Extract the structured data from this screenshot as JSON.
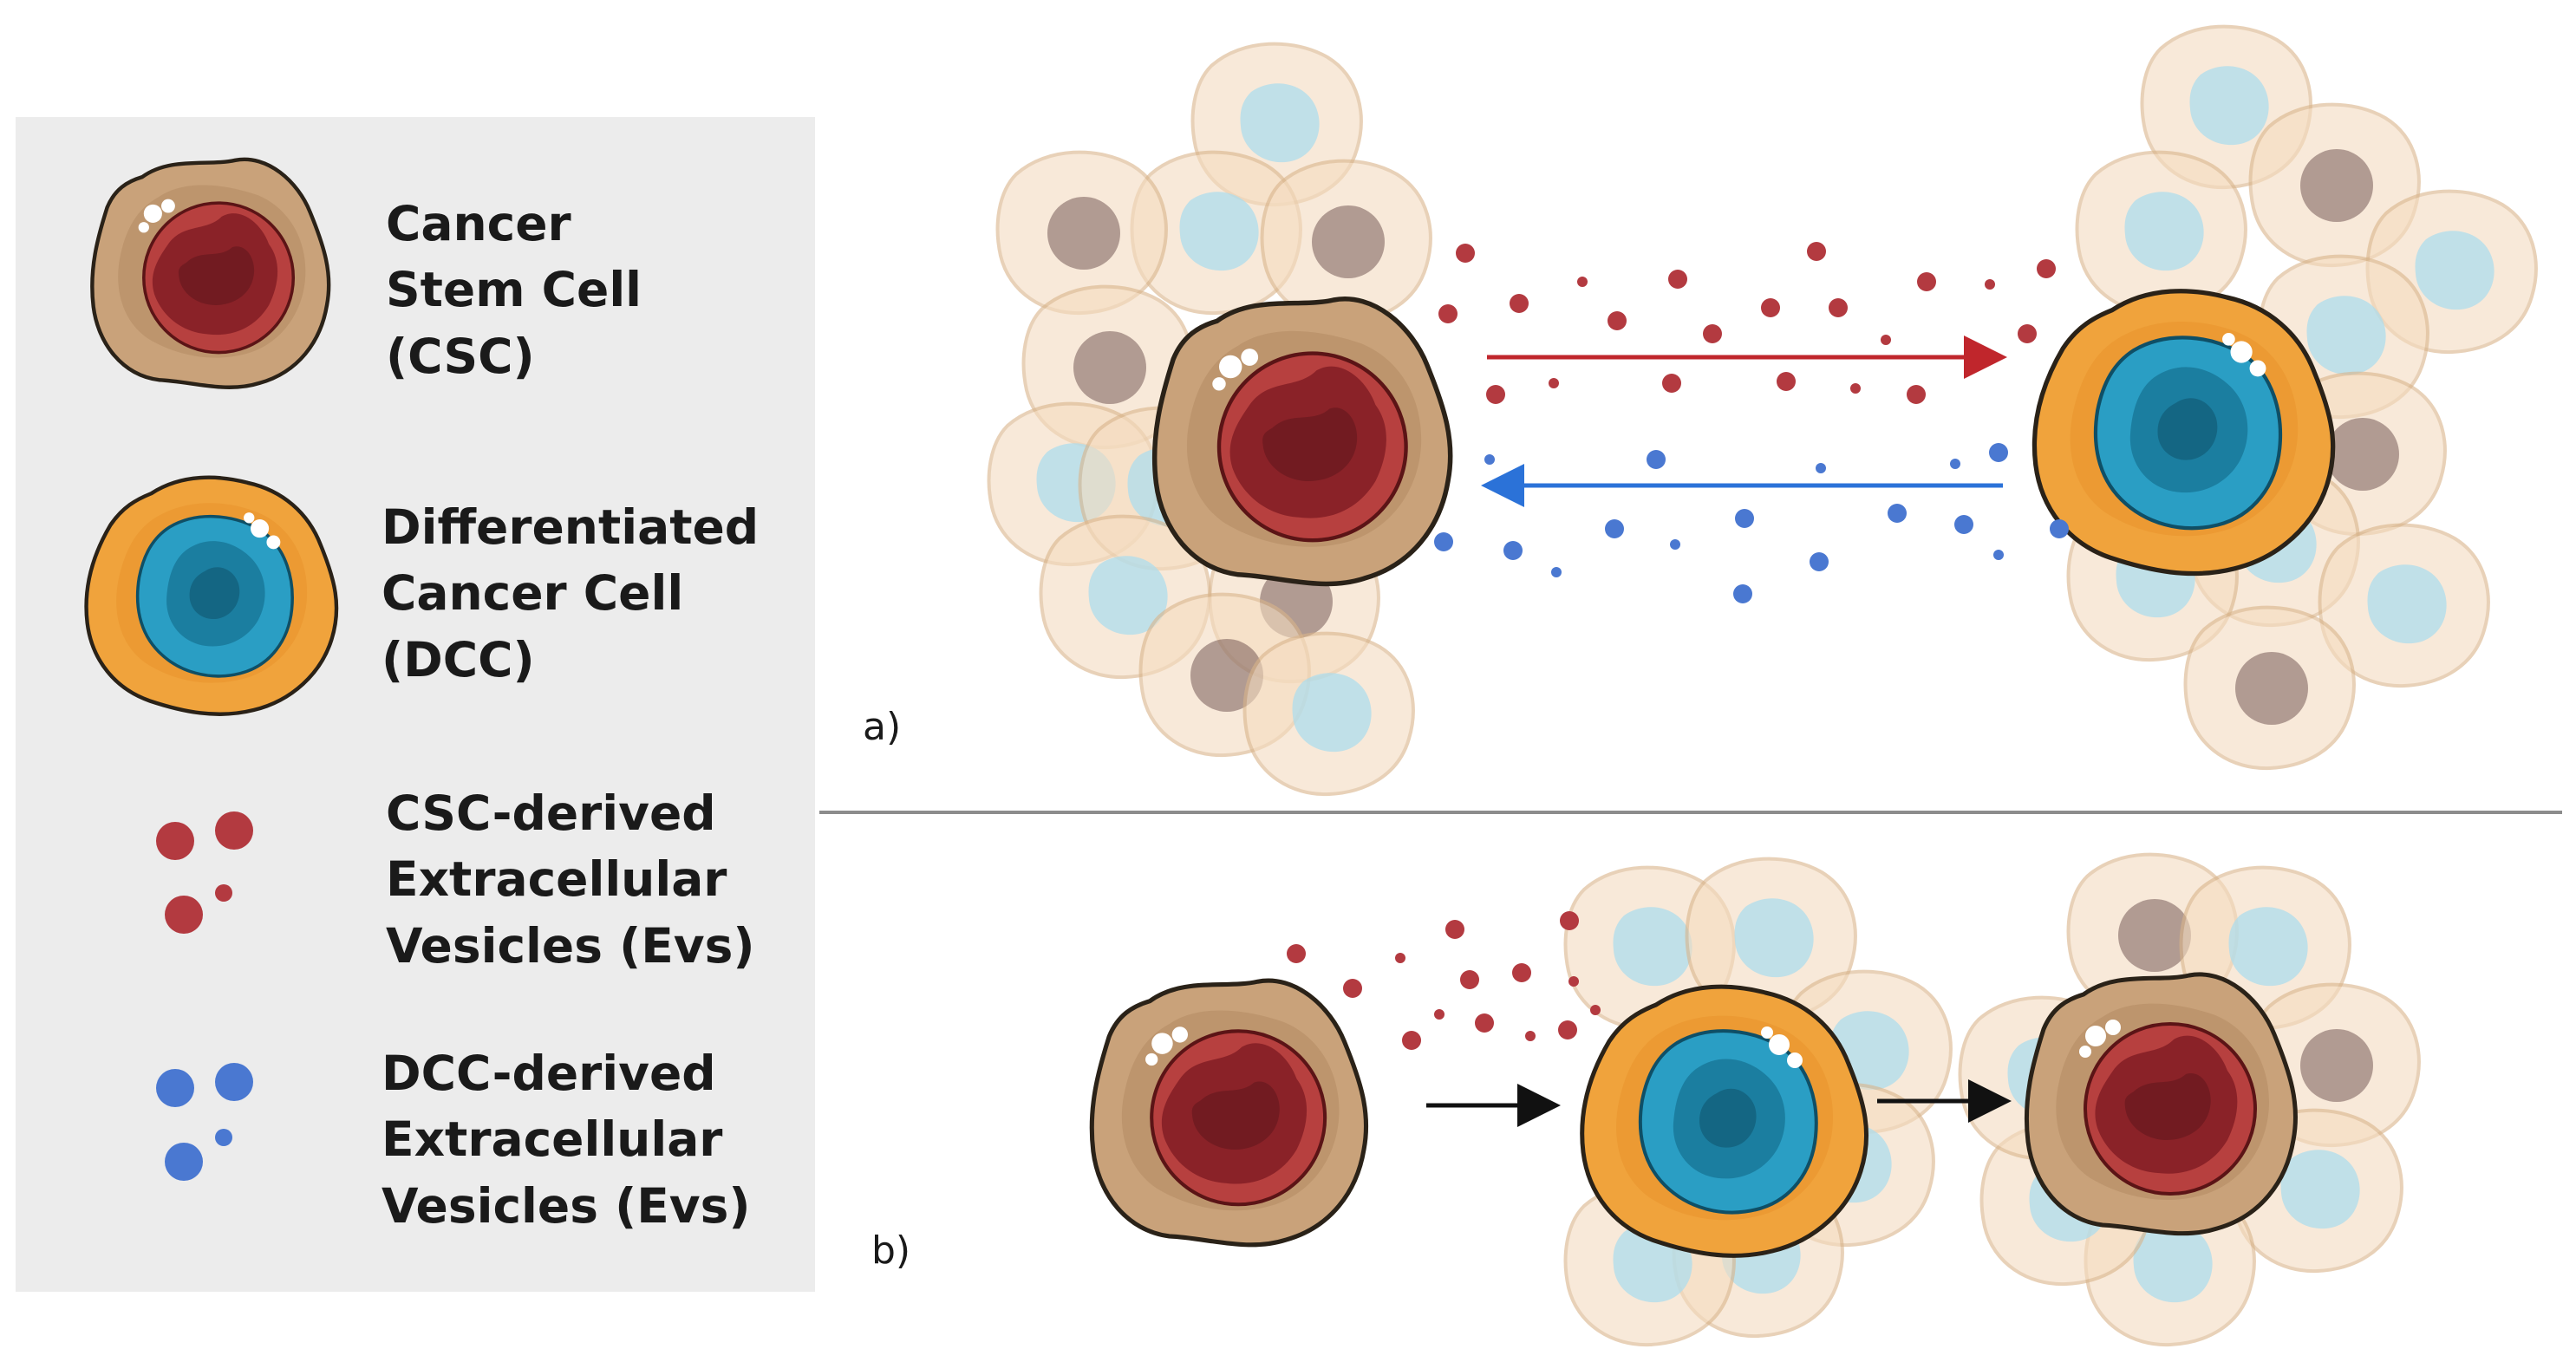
{
  "legend": {
    "items": [
      {
        "key": "csc",
        "lines": [
          "Cancer",
          "Stem Cell",
          "(CSC)"
        ]
      },
      {
        "key": "dcc",
        "lines": [
          "Differentiated",
          "Cancer Cell",
          "(DCC)"
        ]
      },
      {
        "key": "csc_evs",
        "lines": [
          "CSC-derived",
          "Extracellular",
          "Vesicles (Evs)"
        ]
      },
      {
        "key": "dcc_evs",
        "lines": [
          "DCC-derived",
          "Extracellular",
          "Vesicles (Evs)"
        ]
      }
    ]
  },
  "panels": {
    "a": {
      "label": "a)"
    },
    "b": {
      "label": "b)"
    }
  },
  "colors": {
    "legend_bg": "#ececec",
    "csc_membrane": "#c9a27a",
    "csc_nucleus": "#8e2a30",
    "dcc_membrane": "#f0a33c",
    "dcc_nucleus": "#1e8fb1",
    "csc_vesicle": "#b33a40",
    "dcc_vesicle": "#4a78d1",
    "arrow_red": "#c0262c",
    "arrow_blue": "#2b72d8",
    "arrow_black": "#111111",
    "divider": "#8c8c8c"
  }
}
